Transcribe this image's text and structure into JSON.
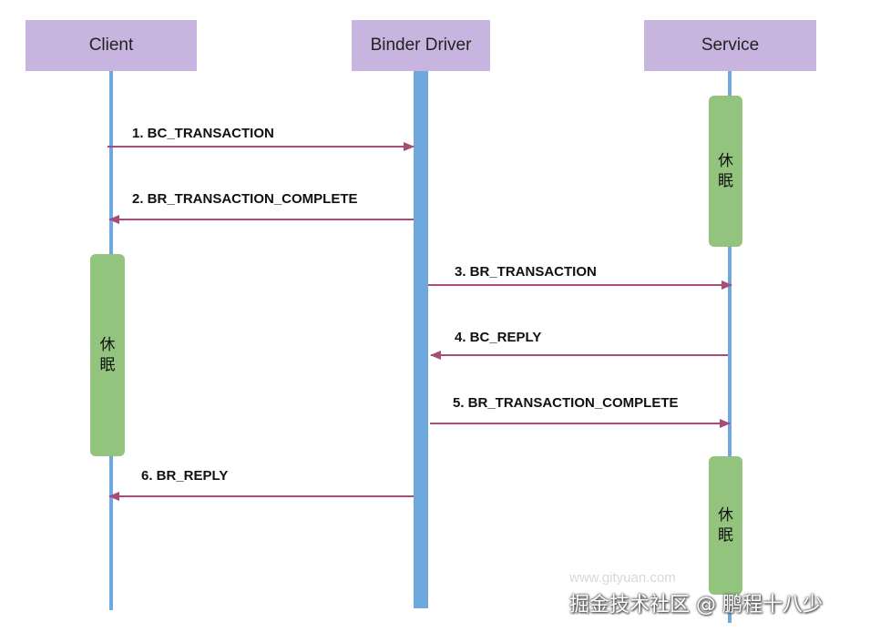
{
  "participants": {
    "client": "Client",
    "binder": "Binder Driver",
    "service": "Service"
  },
  "sleep_boxes": {
    "line1": "休",
    "line2": "眠"
  },
  "messages": [
    {
      "label": "1. BC_TRANSACTION",
      "from": "client",
      "to": "binder"
    },
    {
      "label": "2. BR_TRANSACTION_COMPLETE",
      "from": "binder",
      "to": "client"
    },
    {
      "label": "3. BR_TRANSACTION",
      "from": "binder",
      "to": "service"
    },
    {
      "label": "4. BC_REPLY",
      "from": "service",
      "to": "binder"
    },
    {
      "label": "5. BR_TRANSACTION_COMPLETE",
      "from": "binder",
      "to": "service"
    },
    {
      "label": "6. BR_REPLY",
      "from": "binder",
      "to": "client"
    }
  ],
  "watermark": {
    "faint": "www.gityuan.com",
    "main": "掘金技术社区 @ 鹏程十八少"
  },
  "colors": {
    "header_bg": "#c7b5df",
    "lifeline": "#6fa8dc",
    "sleep_box": "#93c47d",
    "arrow": "#a64d79"
  }
}
